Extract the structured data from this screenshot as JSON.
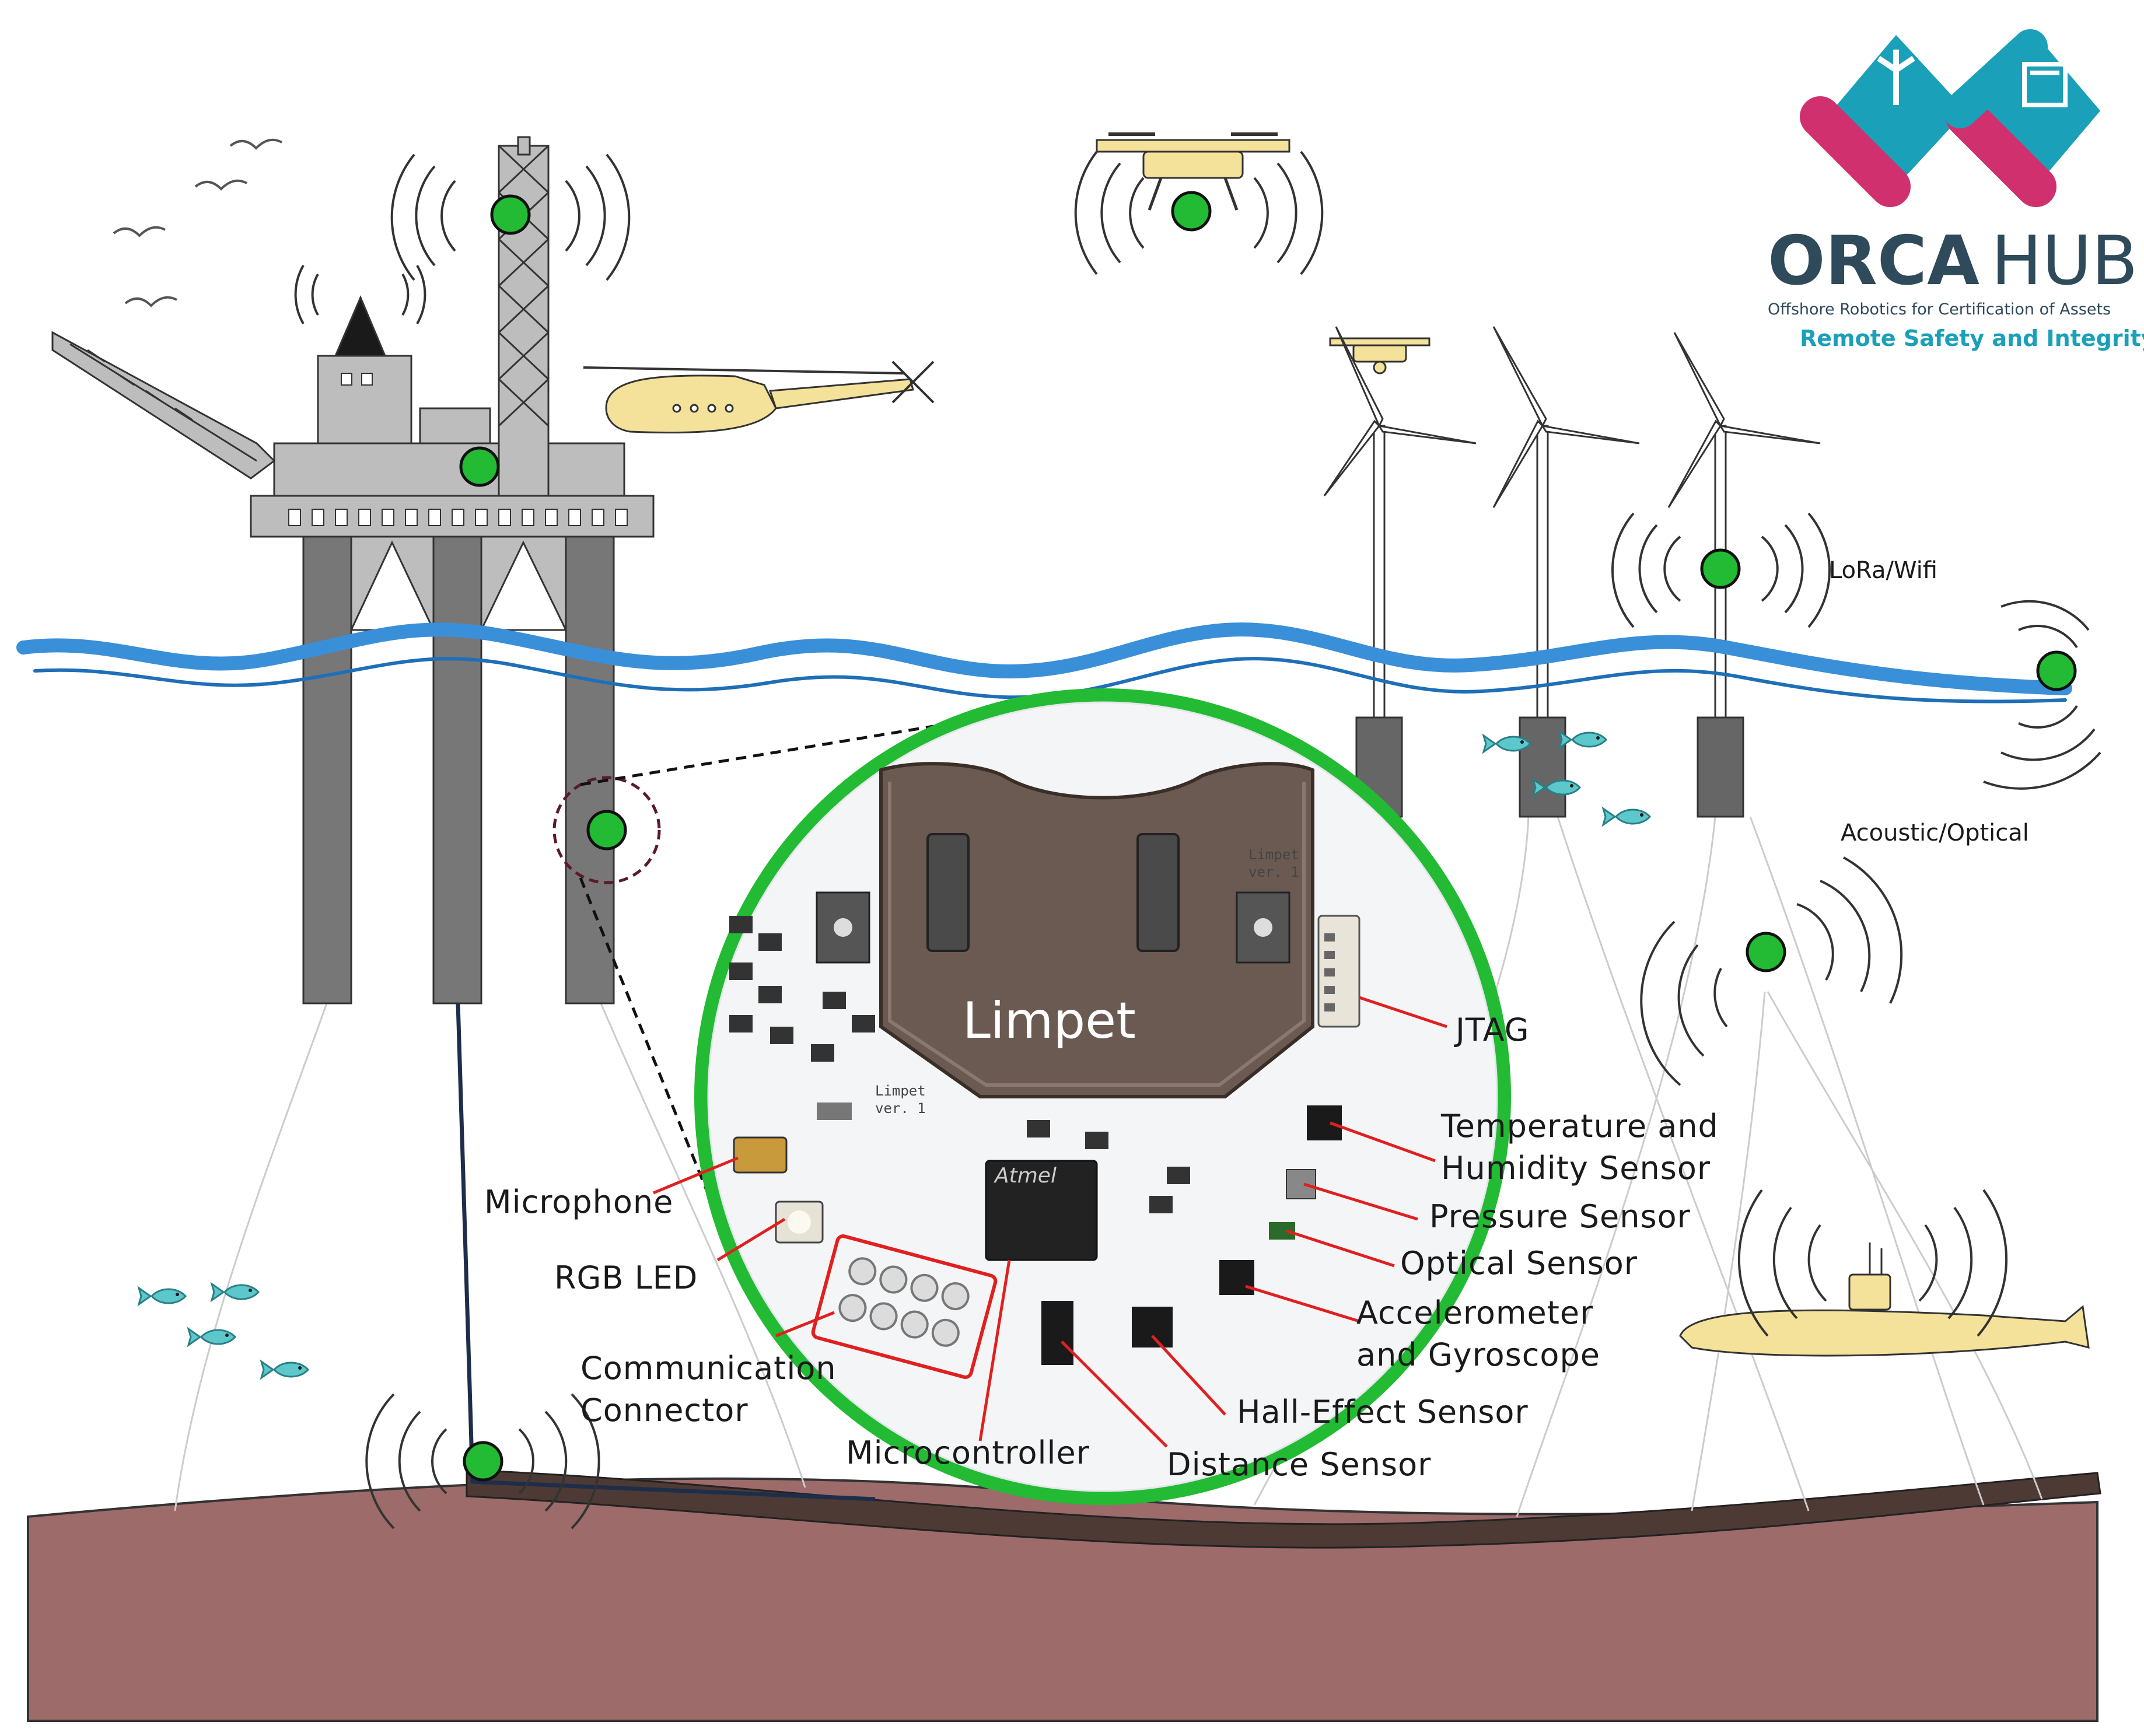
{
  "logo": {
    "name_bold": "ORCA",
    "name_light": "HUB",
    "subtitle": "Offshore Robotics for Certification of Assets",
    "tagline": "Remote Safety and Integrity"
  },
  "board": {
    "title": "Limpet",
    "silk_top": "Limpet\nver. 1",
    "silk_bottom": "Limpet\nver. 1",
    "chip_brand": "Atmel"
  },
  "network_labels": {
    "lora": "LoRa/Wifi",
    "acoustic": "Acoustic/Optical"
  },
  "callouts": {
    "jtag": "JTAG",
    "temp_humidity": "Temperature and\nHumidity Sensor",
    "pressure": "Pressure Sensor",
    "optical": "Optical Sensor",
    "accel_gyro": "Accelerometer\nand Gyroscope",
    "hall": "Hall-Effect Sensor",
    "distance": "Distance Sensor",
    "microcontroller": "Microcontroller",
    "comm": "Communication\nConnector",
    "rgb": "RGB LED",
    "microphone": "Microphone"
  },
  "colors": {
    "sensor_node": "#22bb33",
    "sea": "#3a8fd9",
    "seabed": "#9d6b6a",
    "rig": "#bdbdbd",
    "vehicle": "#f4e29a",
    "fish": "#5cc8cc",
    "board_ring": "#22bb33",
    "callout_line": "#e02020",
    "logo_teal": "#1aa0b8",
    "logo_pink": "#d1306f"
  },
  "icons": [
    "oil-rig",
    "helicopter",
    "drone",
    "wind-turbine",
    "submarine",
    "fish",
    "seagull",
    "sensor-node",
    "signal-waves"
  ]
}
